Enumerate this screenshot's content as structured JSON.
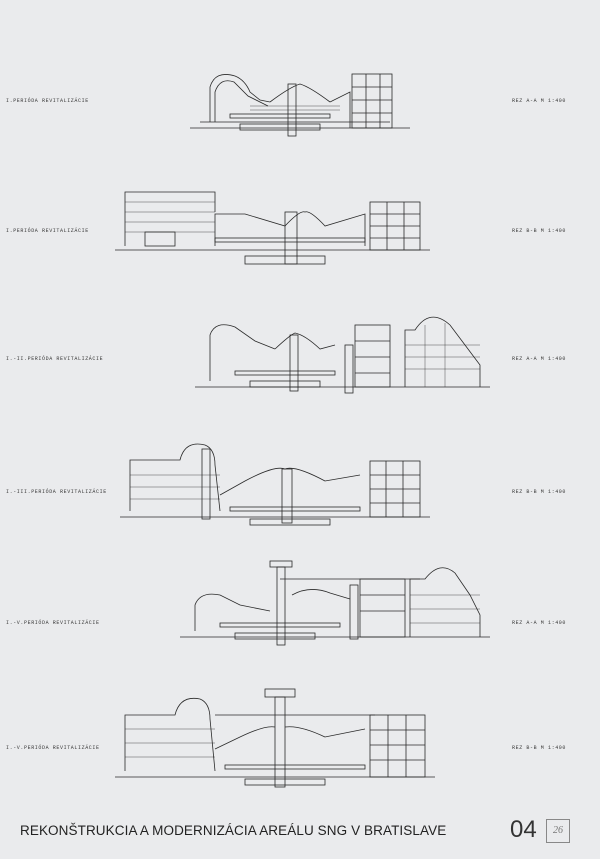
{
  "rows": [
    {
      "left": "I.PERIÓDA REVITALIZÁCIE",
      "right": "REZ A-A    M 1:400"
    },
    {
      "left": "I.PERIÓDA REVITALIZÁCIE",
      "right": "REZ B-B    M 1:400"
    },
    {
      "left": "I.-II.PERIÓDA REVITALIZÁCIE",
      "right": "REZ A-A    M 1:400"
    },
    {
      "left": "I.-III.PERIÓDA REVITALIZÁCIE",
      "right": "REZ B-B    M 1:400"
    },
    {
      "left": "I.-V.PERIÓDA REVITALIZÁCIE",
      "right": "REZ A-A    M 1:400"
    },
    {
      "left": "I.-V.PERIÓDA REVITALIZÁCIE",
      "right": "REZ B-B    M 1:400"
    }
  ],
  "title": "REKONŠTRUKCIA A MODERNIZÁCIA AREÁLU SNG V BRATISLAVE",
  "sheet_number": "04",
  "handwritten_number": "26",
  "colors": {
    "paper": "#eaebed",
    "ink": "#2a2a2a"
  }
}
